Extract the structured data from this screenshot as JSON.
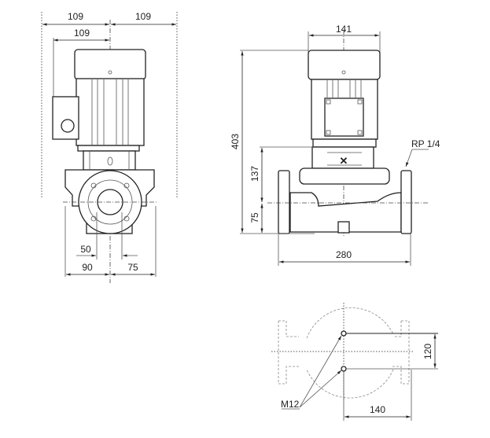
{
  "views": {
    "side": {
      "dims": {
        "motor_left": "109",
        "motor_right": "109",
        "terminal_box": "109",
        "flange_offset": "50",
        "base_left": "90",
        "base_right": "75"
      }
    },
    "front": {
      "dims": {
        "motor_width": "141",
        "total_height": "403",
        "pump_height": "137",
        "inlet_height": "75",
        "port_to_port": "280"
      },
      "port_label": "RP 1/4"
    },
    "base": {
      "dims": {
        "bolt_spacing": "120",
        "bolt_offset": "140"
      },
      "bolt_label": "M12"
    }
  }
}
